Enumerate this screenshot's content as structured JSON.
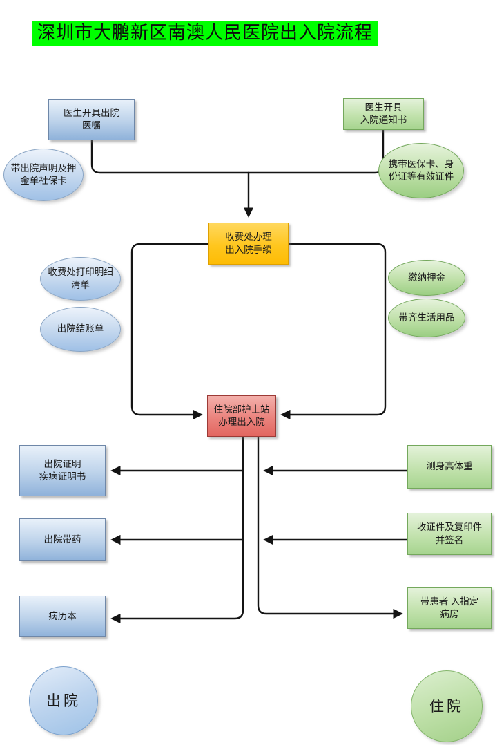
{
  "title": "深圳市大鹏新区南澳人民医院出入院流程",
  "palette": {
    "title_highlight": "#00ff00",
    "blue_fill": "#bcd2ea",
    "blue_border": "#6e87a8",
    "green_fill": "#c2e2ad",
    "green_border": "#74a85c",
    "orange_fill": "#ffc61e",
    "orange_border": "#dfa000",
    "red_fill": "#ea837d",
    "red_border": "#9c3a36",
    "connector_line": "#141414"
  },
  "nodes": {
    "doctor_discharge_order": {
      "text": "医生开具出院\n医嘱",
      "shape": "rect",
      "color": "blue"
    },
    "doctor_admission_notice": {
      "text": "医生开具\n入院通知书",
      "shape": "rect",
      "color": "green"
    },
    "bring_discharge_statement": {
      "text": "带出院声明及押\n金单社保卡",
      "shape": "ellipse",
      "color": "blue"
    },
    "bring_insurance_card": {
      "text": "携带医保卡、身\n份证等有效证件",
      "shape": "ellipse",
      "color": "green"
    },
    "fee_office_procedures": {
      "text": "收费处办理\n出入院手续",
      "shape": "rect",
      "color": "orange"
    },
    "print_detail_list": {
      "text": "收费处打印明细\n清单",
      "shape": "ellipse",
      "color": "blue"
    },
    "discharge_bill": {
      "text": "出院结账单",
      "shape": "ellipse",
      "color": "blue"
    },
    "pay_deposit": {
      "text": "缴纳押金",
      "shape": "ellipse",
      "color": "green"
    },
    "bring_daily_necessities": {
      "text": "带齐生活用品",
      "shape": "ellipse",
      "color": "green"
    },
    "nurse_station": {
      "text": "住院部护士站\n办理出入院",
      "shape": "rect",
      "color": "red"
    },
    "discharge_certificate": {
      "text": "出院证明\n疾病证明书",
      "shape": "rect",
      "color": "blue"
    },
    "discharge_medicine": {
      "text": "出院带药",
      "shape": "rect",
      "color": "blue"
    },
    "medical_record_book": {
      "text": "病历本",
      "shape": "rect",
      "color": "blue"
    },
    "measure_height_weight": {
      "text": "测身高体重",
      "shape": "rect",
      "color": "green"
    },
    "collect_documents_sign": {
      "text": "收证件及复印件\n并签名",
      "shape": "rect",
      "color": "green"
    },
    "lead_patient_to_ward": {
      "text": "带患者 入指定\n病房",
      "shape": "rect",
      "color": "green"
    },
    "discharge_terminal": {
      "text": "出院",
      "shape": "circle",
      "color": "blue"
    },
    "admission_terminal": {
      "text": "住院",
      "shape": "circle",
      "color": "green"
    }
  }
}
